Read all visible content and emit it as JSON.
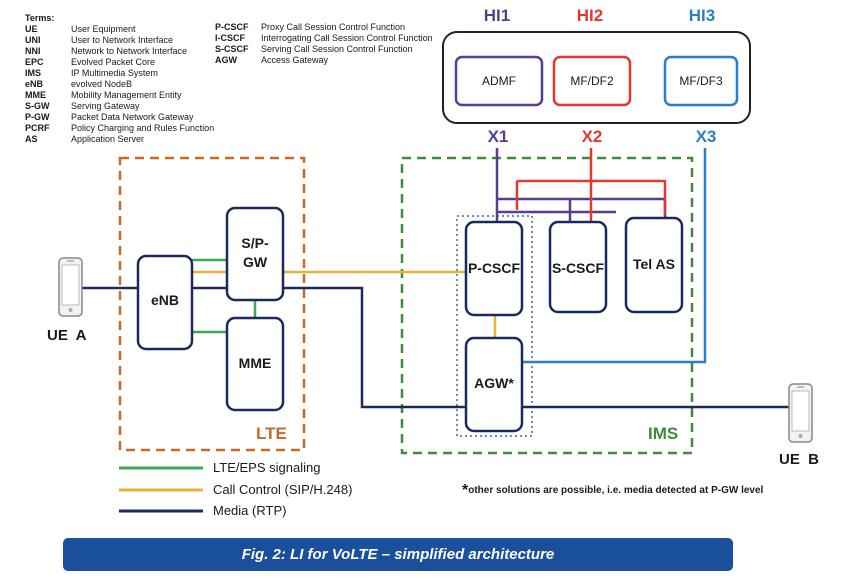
{
  "terms": {
    "header": "Terms:",
    "left": [
      {
        "abbr": "UE",
        "def": "User Equipment"
      },
      {
        "abbr": "UNI",
        "def": "User to Network Interface"
      },
      {
        "abbr": "NNI",
        "def": "Network to Network Interface"
      },
      {
        "abbr": "EPC",
        "def": "Evolved Packet Core"
      },
      {
        "abbr": "IMS",
        "def": "IP Multimedia System"
      },
      {
        "abbr": "eNB",
        "def": "evolved NodeB"
      },
      {
        "abbr": "MME",
        "def": "Mobility Management Entity"
      },
      {
        "abbr": "S-GW",
        "def": "Serving Gateway"
      },
      {
        "abbr": "P-GW",
        "def": "Packet Data Network Gateway"
      },
      {
        "abbr": "PCRF",
        "def": "Policy Charging and Rules Function"
      },
      {
        "abbr": "AS",
        "def": "Application Server"
      }
    ],
    "right": [
      {
        "abbr": "P-CSCF",
        "def": "Proxy Call Session Control Function"
      },
      {
        "abbr": "I-CSCF",
        "def": "Interrogating Call Session Control Function"
      },
      {
        "abbr": "S-CSCF",
        "def": "Serving Call Session Control Function"
      },
      {
        "abbr": "AGW",
        "def": "Access Gateway"
      }
    ]
  },
  "handover": {
    "hi1": "HI1",
    "hi2": "HI2",
    "hi3": "HI3",
    "admf": "ADMF",
    "mfdf2": "MF/DF2",
    "mfdf3": "MF/DF3",
    "x1": "X1",
    "x2": "X2",
    "x3": "X3"
  },
  "nodes": {
    "enb": "eNB",
    "spgw": "S/P-GW",
    "mme": "MME",
    "pcscf": "P-CSCF",
    "scscf": "S-CSCF",
    "telas": "Tel AS",
    "agw": "AGW*"
  },
  "zones": {
    "lte": "LTE",
    "ims": "IMS"
  },
  "ues": {
    "a": "UE  A",
    "b": "UE  B"
  },
  "legend": {
    "signaling": "LTE/EPS signaling",
    "call_control": "Call Control (SIP/H.248)",
    "media": "Media (RTP)"
  },
  "note": {
    "star": "*",
    "text": "other solutions are possible, i.e. media detected at P-GW level"
  },
  "caption": "Fig. 2: LI for VoLTE – simplified architecture",
  "colors": {
    "purple": "#5b3d8f",
    "red": "#e03a2f",
    "blue": "#2a7fc0",
    "navy": "#1b2a5c",
    "green": "#3aa856",
    "orange": "#e8b23a",
    "lte_border": "#c8682c",
    "ims_border": "#3f8a3c",
    "banner": "#1a4f9c"
  }
}
